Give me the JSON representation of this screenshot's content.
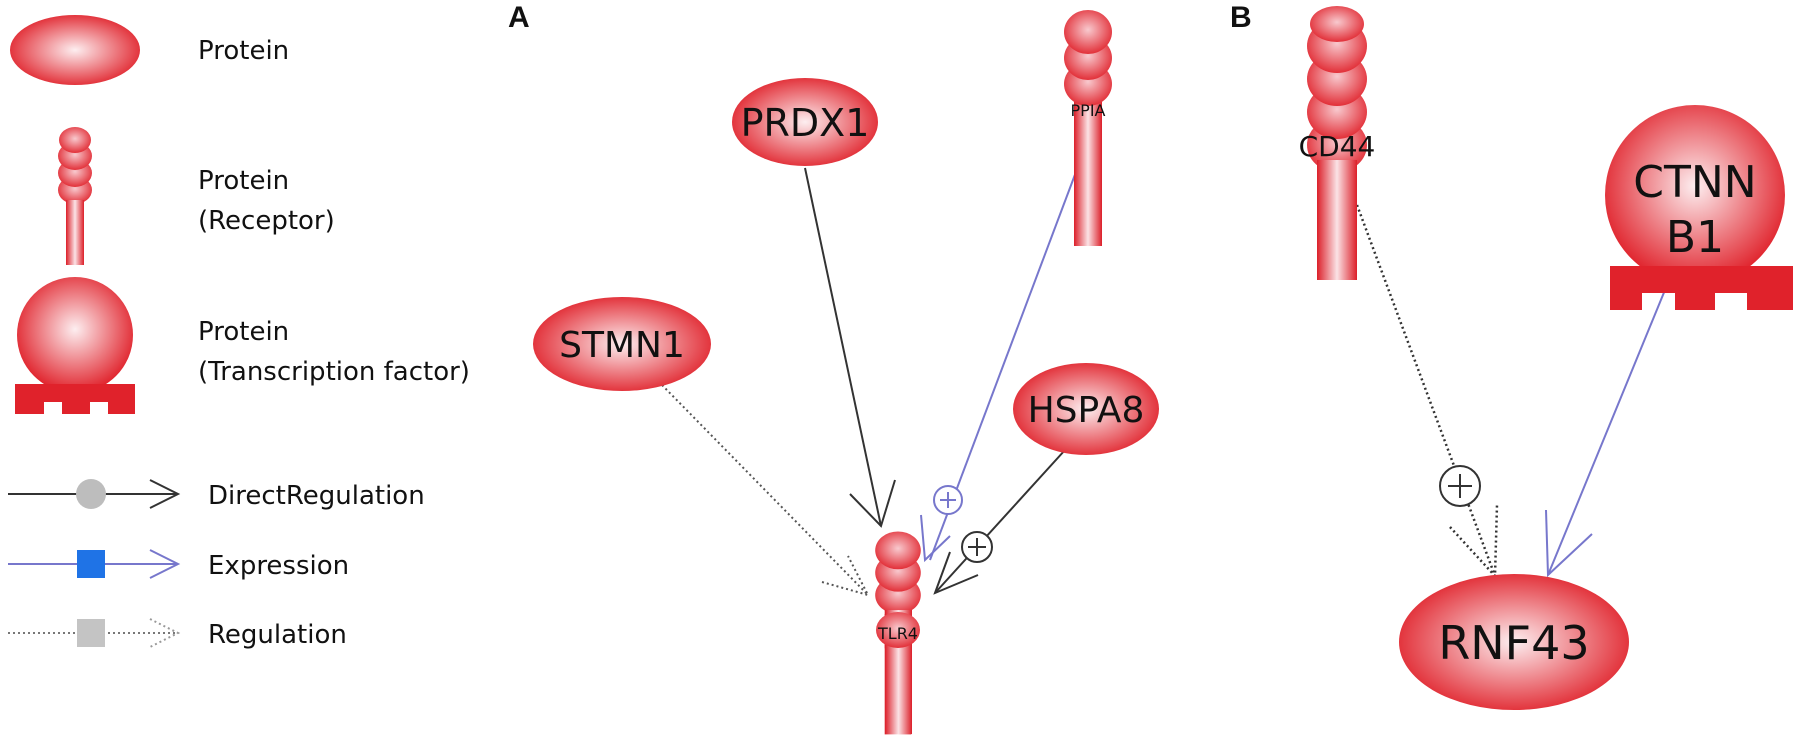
{
  "panel_labels": {
    "a": "A",
    "b": "B"
  },
  "legend": {
    "protein": "Protein",
    "receptor_line1": "Protein",
    "receptor_line2": "(Receptor)",
    "tf_line1": "Protein",
    "tf_line2": "(Transcription factor)",
    "direct_regulation": "DirectRegulation",
    "expression": "Expression",
    "regulation": "Regulation"
  },
  "nodes": {
    "prdx1": "PRDX1",
    "ppia": "PPIA",
    "stmn1": "STMN1",
    "hspa8": "HSPA8",
    "tlr4": "TLR4",
    "cd44": "CD44",
    "ctnnb1_line1": "CTNN",
    "ctnnb1_line2": "B1",
    "rnf43": "RNF43"
  },
  "edges": [
    {
      "from": "PRDX1",
      "to": "TLR4",
      "type": "DirectRegulation"
    },
    {
      "from": "PPIA",
      "to": "TLR4",
      "type": "Expression",
      "sign": "+"
    },
    {
      "from": "STMN1",
      "to": "TLR4",
      "type": "Regulation"
    },
    {
      "from": "HSPA8",
      "to": "TLR4",
      "type": "DirectRegulation",
      "sign": "+"
    },
    {
      "from": "CD44",
      "to": "RNF43",
      "type": "Regulation",
      "sign": "+"
    },
    {
      "from": "CTNNB1",
      "to": "RNF43",
      "type": "Expression"
    }
  ],
  "colors": {
    "node_fill_center": "#fde8ea",
    "node_fill_edge": "#e0222b",
    "direct_regulation": "#333333",
    "expression": "#7777cc",
    "regulation": "#555555",
    "legend_circle": "#bdbdbd",
    "legend_square_blue": "#1f73e6",
    "legend_square_grey": "#c4c4c4"
  }
}
